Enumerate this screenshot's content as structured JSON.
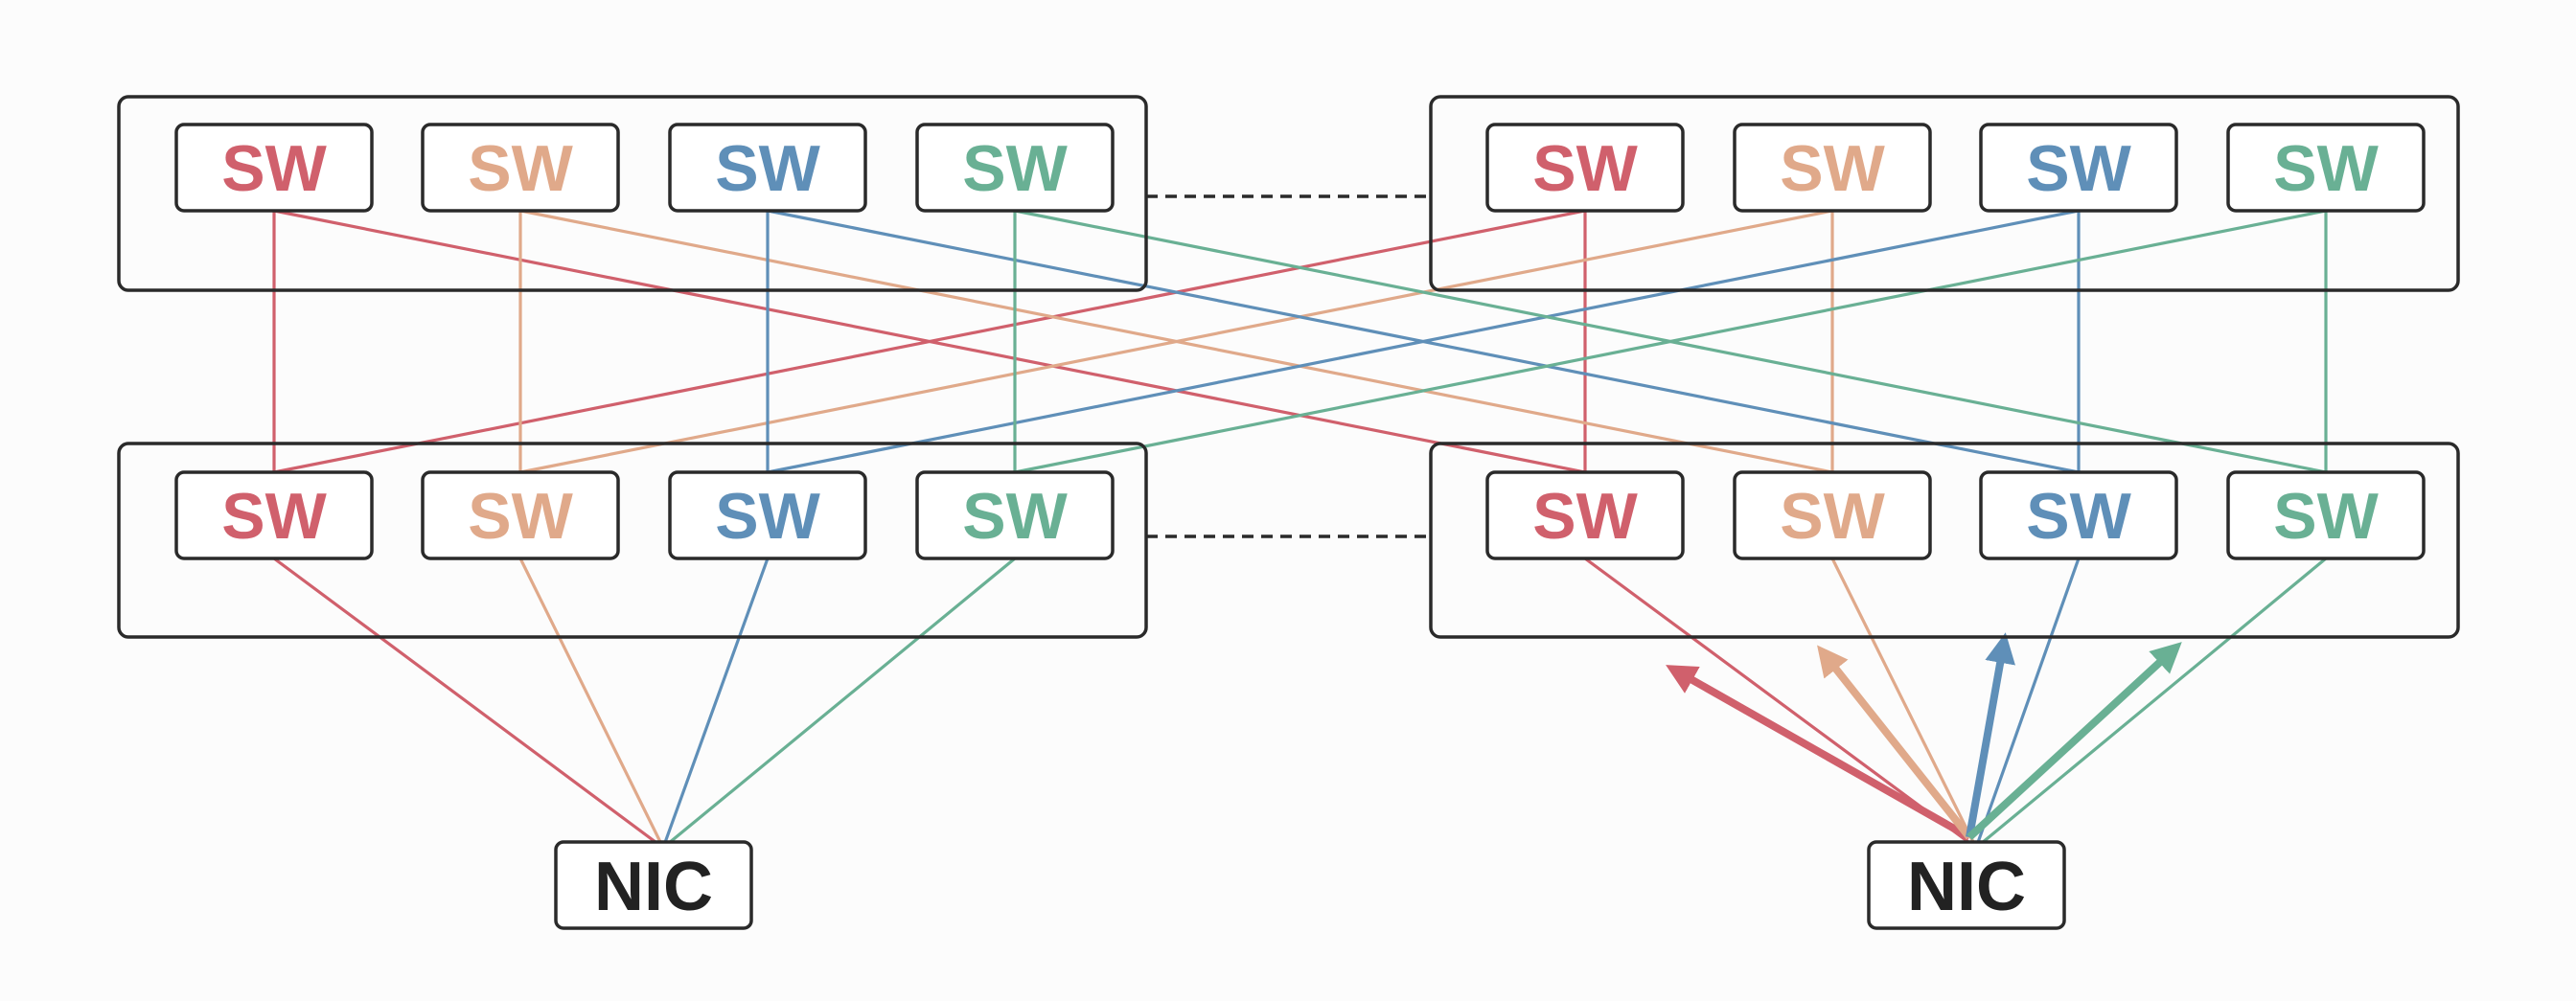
{
  "colors": {
    "red": "#d0606c",
    "orange": "#e0a98a",
    "blue": "#5f8fb8",
    "green": "#69b094"
  },
  "switch_label": "SW",
  "nic_label": "NIC",
  "groups": [
    {
      "name": "left-top",
      "switches": [
        {
          "label": "SW",
          "color": "red"
        },
        {
          "label": "SW",
          "color": "orange"
        },
        {
          "label": "SW",
          "color": "blue"
        },
        {
          "label": "SW",
          "color": "green"
        }
      ]
    },
    {
      "name": "right-top",
      "switches": [
        {
          "label": "SW",
          "color": "red"
        },
        {
          "label": "SW",
          "color": "orange"
        },
        {
          "label": "SW",
          "color": "blue"
        },
        {
          "label": "SW",
          "color": "green"
        }
      ]
    },
    {
      "name": "left-bottom",
      "switches": [
        {
          "label": "SW",
          "color": "red"
        },
        {
          "label": "SW",
          "color": "orange"
        },
        {
          "label": "SW",
          "color": "blue"
        },
        {
          "label": "SW",
          "color": "green"
        }
      ]
    },
    {
      "name": "right-bottom",
      "switches": [
        {
          "label": "SW",
          "color": "red"
        },
        {
          "label": "SW",
          "color": "orange"
        },
        {
          "label": "SW",
          "color": "blue"
        },
        {
          "label": "SW",
          "color": "green"
        }
      ]
    }
  ],
  "nics": [
    {
      "name": "left",
      "label": "NIC"
    },
    {
      "name": "right",
      "label": "NIC"
    }
  ]
}
